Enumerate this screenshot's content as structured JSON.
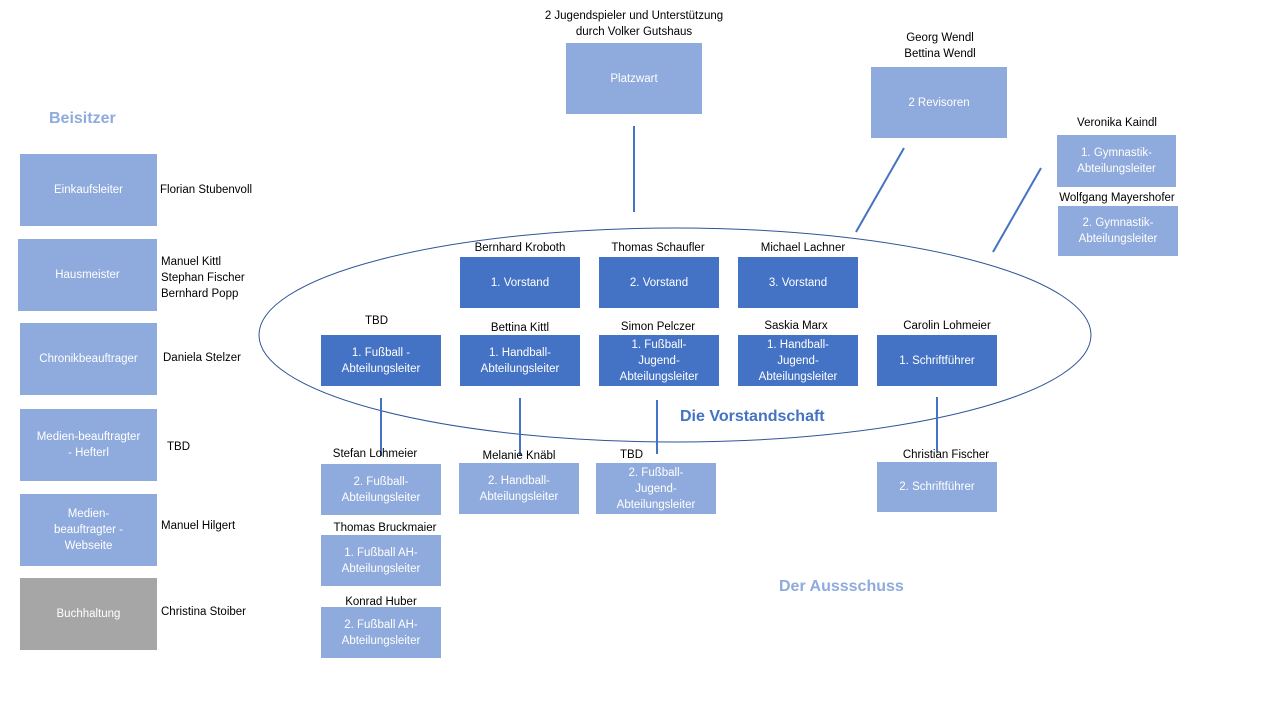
{
  "headings": {
    "beisitzer": "Beisitzer",
    "vorstandschaft": "Die Vorstandschaft",
    "ausschuss": "Der Aussschuss"
  },
  "beisitzer": [
    {
      "role": "Einkaufsleiter",
      "names": [
        "Florian Stubenvoll"
      ]
    },
    {
      "role": "Hausmeister",
      "names": [
        "Manuel Kittl",
        "Stephan Fischer",
        "Bernhard Popp"
      ]
    },
    {
      "role": "Chronikbeauftrager",
      "names": [
        "Daniela Stelzer"
      ]
    },
    {
      "role": "Medien-beauftragter - Hefterl",
      "names": [
        "TBD"
      ]
    },
    {
      "role": "Medien-beauftragter - Webseite",
      "names": [
        "Manuel Hilgert"
      ]
    },
    {
      "role": "Buchhaltung",
      "names": [
        "Christina Stoiber"
      ]
    }
  ],
  "top": {
    "platzwart": {
      "role": "Platzwart",
      "names": [
        "2 Jugendspieler und Unterstützung",
        "durch Volker Gutshaus"
      ]
    },
    "revisoren": {
      "role": "2 Revisoren",
      "names": [
        "Georg Wendl",
        "Bettina Wendl"
      ]
    },
    "gym1": {
      "role": "1. Gymnastik-Abteilungsleiter",
      "names": [
        "Veronika Kaindl"
      ]
    },
    "gym2": {
      "role": "2. Gymnastik-Abteilungsleiter",
      "names": [
        "Wolfgang Mayershofer"
      ]
    }
  },
  "vorstand": [
    {
      "role": "1. Vorstand",
      "name": "Bernhard Kroboth"
    },
    {
      "role": "2. Vorstand",
      "name": "Thomas Schaufler"
    },
    {
      "role": "3. Vorstand",
      "name": "Michael Lachner"
    }
  ],
  "abteilungsleiter": [
    {
      "role": "1. Fußball -Abteilungsleiter",
      "name": "TBD"
    },
    {
      "role": "1. Handball-Abteilungsleiter",
      "name": "Bettina Kittl"
    },
    {
      "role": "1. Fußball-Jugend-Abteilungsleiter",
      "name": "Simon Pelczer"
    },
    {
      "role": "1. Handball-Jugend-Abteilungsleiter",
      "name": "Saskia Marx"
    },
    {
      "role": "1. Schriftführer",
      "name": "Carolin Lohmeier"
    }
  ],
  "ausschuss": [
    {
      "role": "2. Fußball-Abteilungsleiter",
      "name": "Stefan Lohmeier"
    },
    {
      "role": "2. Handball-Abteilungsleiter",
      "name": "Melanie Knäbl"
    },
    {
      "role": "2. Fußball-Jugend-Abteilungsleiter",
      "name": "TBD"
    },
    {
      "role": "2. Schriftführer",
      "name": "Christian Fischer"
    },
    {
      "role": "1. Fußball AH-Abteilungsleiter",
      "name": "Thomas Bruckmaier"
    },
    {
      "role": "2. Fußball AH-Abteilungsleiter",
      "name": "Konrad Huber"
    }
  ],
  "colors": {
    "dark": "#4472c4",
    "light": "#8faadc",
    "gray": "#a6a6a6",
    "heading": "#8faadc",
    "title": "#4472c4"
  }
}
